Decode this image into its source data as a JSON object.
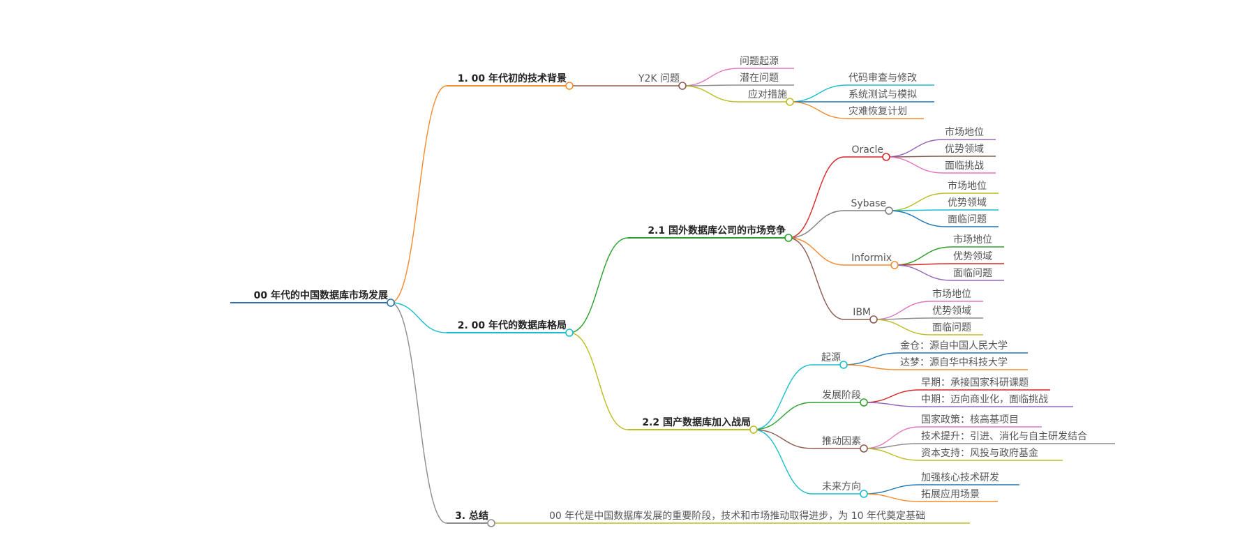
{
  "mindmap": {
    "root": {
      "label": "00 年代的中国数据库市场发展",
      "color": "#2f6fb0"
    },
    "branches": [
      {
        "label": "1. 00 年代初的技术背景",
        "color": "#f28a2e",
        "children": [
          {
            "label": "Y2K 问题",
            "color": "#8b5a50",
            "children": [
              {
                "label": "问题起源",
                "color": "#e376c2"
              },
              {
                "label": "潜在问题",
                "color": "#8c8c8c"
              },
              {
                "label": "应对措施",
                "color": "#bdbd22",
                "children": [
                  {
                    "label": "代码审查与修改",
                    "color": "#17becf"
                  },
                  {
                    "label": "系统测试与模拟",
                    "color": "#1f77b4"
                  },
                  {
                    "label": "灾难恢复计划",
                    "color": "#f28a2e"
                  }
                ]
              }
            ]
          }
        ]
      },
      {
        "label": "2. 00 年代的数据库格局",
        "color": "#17becf",
        "children": [
          {
            "label": "2.1 国外数据库公司的市场竞争",
            "color": "#2ca02c",
            "children": [
              {
                "label": "Oracle",
                "color": "#d62728",
                "children": [
                  {
                    "label": "市场地位",
                    "color": "#9467bd"
                  },
                  {
                    "label": "优势领域",
                    "color": "#8b5a50"
                  },
                  {
                    "label": "面临挑战",
                    "color": "#e376c2"
                  }
                ]
              },
              {
                "label": "Sybase",
                "color": "#7f7f7f",
                "children": [
                  {
                    "label": "市场地位",
                    "color": "#bdbd22"
                  },
                  {
                    "label": "优势领域",
                    "color": "#17becf"
                  },
                  {
                    "label": "面临问题",
                    "color": "#1f77b4"
                  }
                ]
              },
              {
                "label": "Informix",
                "color": "#f28a2e",
                "children": [
                  {
                    "label": "市场地位",
                    "color": "#2ca02c"
                  },
                  {
                    "label": "优势领域",
                    "color": "#d62728"
                  },
                  {
                    "label": "面临问题",
                    "color": "#9467bd"
                  }
                ]
              },
              {
                "label": "IBM",
                "color": "#8b5a50",
                "children": [
                  {
                    "label": "市场地位",
                    "color": "#e376c2"
                  },
                  {
                    "label": "优势领域",
                    "color": "#8c8c8c"
                  },
                  {
                    "label": "面临问题",
                    "color": "#bdbd22"
                  }
                ]
              }
            ]
          },
          {
            "label": "2.2 国产数据库加入战局",
            "color": "#bdbd22",
            "children": [
              {
                "label": "起源",
                "color": "#17becf",
                "children": [
                  {
                    "label": "金仓：源自中国人民大学",
                    "color": "#1f77b4"
                  },
                  {
                    "label": "达梦：源自华中科技大学",
                    "color": "#f28a2e"
                  }
                ]
              },
              {
                "label": "发展阶段",
                "color": "#2ca02c",
                "children": [
                  {
                    "label": "早期：承接国家科研课题",
                    "color": "#d62728"
                  },
                  {
                    "label": "中期：迈向商业化，面临挑战",
                    "color": "#9467bd"
                  }
                ]
              },
              {
                "label": "推动因素",
                "color": "#8b5a50",
                "children": [
                  {
                    "label": "国家政策：核高基项目",
                    "color": "#e376c2"
                  },
                  {
                    "label": "技术提升：引进、消化与自主研发结合",
                    "color": "#8c8c8c"
                  },
                  {
                    "label": "资本支持：风投与政府基金",
                    "color": "#bdbd22"
                  }
                ]
              },
              {
                "label": "未来方向",
                "color": "#17becf",
                "children": [
                  {
                    "label": "加强核心技术研发",
                    "color": "#1f77b4"
                  },
                  {
                    "label": "拓展应用场景",
                    "color": "#f28a2e"
                  }
                ]
              }
            ]
          }
        ]
      },
      {
        "label": "3. 总结",
        "color": "#8c8c8c",
        "children": [
          {
            "label": "00 年代是中国数据库发展的重要阶段，技术和市场推动取得进步，为 10 年代奠定基础",
            "color": "#bdbd22"
          }
        ]
      }
    ]
  }
}
